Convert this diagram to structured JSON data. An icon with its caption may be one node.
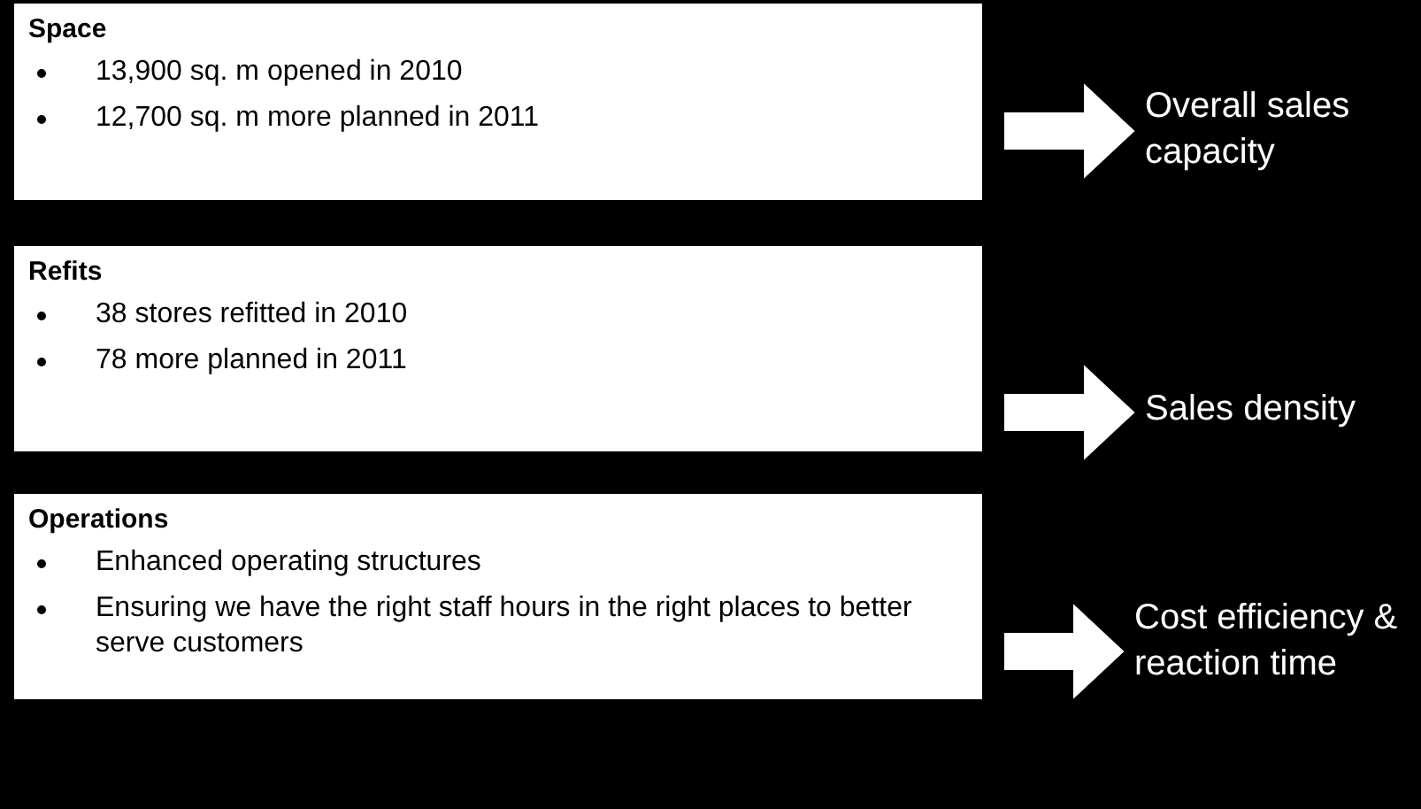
{
  "diagram": {
    "nodes": [
      {
        "text": [
          "Space",
          "13,900 sq. m opened in 2010",
          "12,700 sq. m more planned in 2011"
        ]
      },
      {
        "text": [
          "Refits",
          "38 stores refitted in 2010",
          "78 more planned in 2011"
        ]
      },
      {
        "text": [
          "Operations",
          "Enhanced operating structures",
          "Ensuring we have the right staff hours in the right places to better serve customers"
        ]
      },
      {
        "text": [
          "Overall sales capacity"
        ]
      },
      {
        "text": [
          "Sales density"
        ]
      },
      {
        "text": [
          "Cost efficiency & reaction time"
        ]
      }
    ],
    "edges": [
      {
        "from": 0,
        "to": 3,
        "arrow": "to",
        "style": "thick"
      },
      {
        "from": 1,
        "to": 4,
        "arrow": "to",
        "style": "thick"
      },
      {
        "from": 2,
        "to": 5,
        "arrow": "to",
        "style": "thick"
      }
    ]
  }
}
